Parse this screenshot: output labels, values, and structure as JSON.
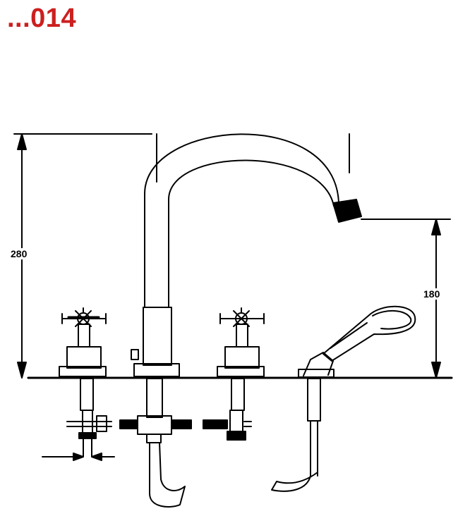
{
  "header": {
    "code": "...014"
  },
  "dimensions": {
    "height_total": "280",
    "height_spout": "180"
  },
  "colors": {
    "title": "#cc1f1f",
    "line": "#000000"
  }
}
